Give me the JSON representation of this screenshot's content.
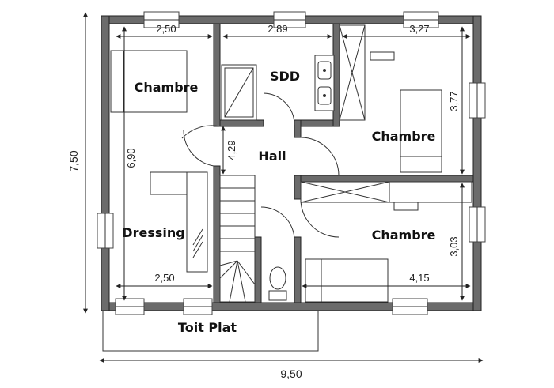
{
  "rooms": {
    "chambre_1": "Chambre",
    "sdd": "SDD",
    "chambre_2": "Chambre",
    "hall": "Hall",
    "dressing": "Dressing",
    "chambre_3": "Chambre"
  },
  "dimensions": {
    "chambre_1_width": "2,50",
    "sdd_width": "2,89",
    "chambre_2_width": "3,27",
    "chambre_2_depth": "3,77",
    "dressing_height": "6,90",
    "hall_height": "4,29",
    "dressing_width": "2,50",
    "chambre_3_width": "4,15",
    "chambre_3_depth": "3,03",
    "overall_height": "7,50",
    "overall_width": "9,50"
  },
  "roof_label": "Toit Plat"
}
